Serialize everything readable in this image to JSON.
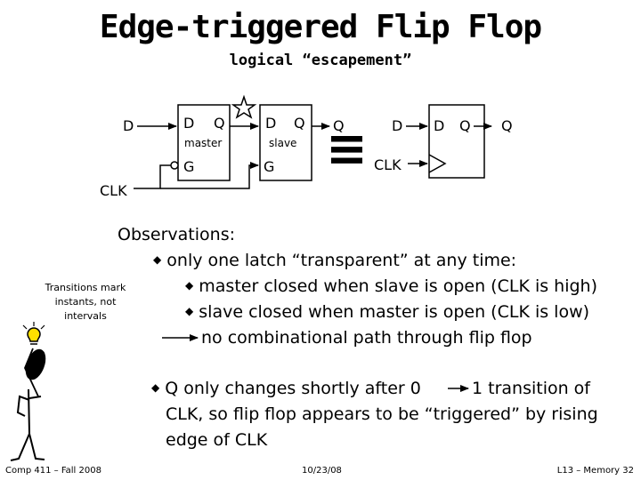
{
  "title": "Edge-triggered Flip Flop",
  "subtitle": "logical “escapement”",
  "diagram": {
    "d_input": "D",
    "clk_input": "CLK",
    "master": {
      "d": "D",
      "q": "Q",
      "name": "master",
      "g": "G"
    },
    "slave": {
      "d": "D",
      "q": "Q",
      "name": "slave",
      "g": "G"
    },
    "q_output": "Q",
    "equiv_symbol": "≡",
    "ff": {
      "d_in": "D",
      "d": "D",
      "q": "Q",
      "q_out": "Q",
      "clk": "CLK"
    }
  },
  "observations": {
    "heading": "Observations:",
    "b1": "only one latch “transparent” at any time:",
    "b1a": "master closed when slave is open (CLK is high)",
    "b1b": "slave closed when master is open (CLK is low)",
    "b1c": "no combinational path through flip flop",
    "b2_line1_a": "Q only changes shortly after 0",
    "b2_line1_b": "1 transition of",
    "b2_line2": "CLK, so flip flop appears to be “triggered” by rising",
    "b2_line3": "edge of CLK"
  },
  "side_note": {
    "line1": "Transitions mark",
    "line2": "instants, not",
    "line3": "intervals"
  },
  "footer": {
    "left": "Comp 411 – Fall 2008",
    "center": "10/23/08",
    "right": "L13 – Memory  32"
  }
}
